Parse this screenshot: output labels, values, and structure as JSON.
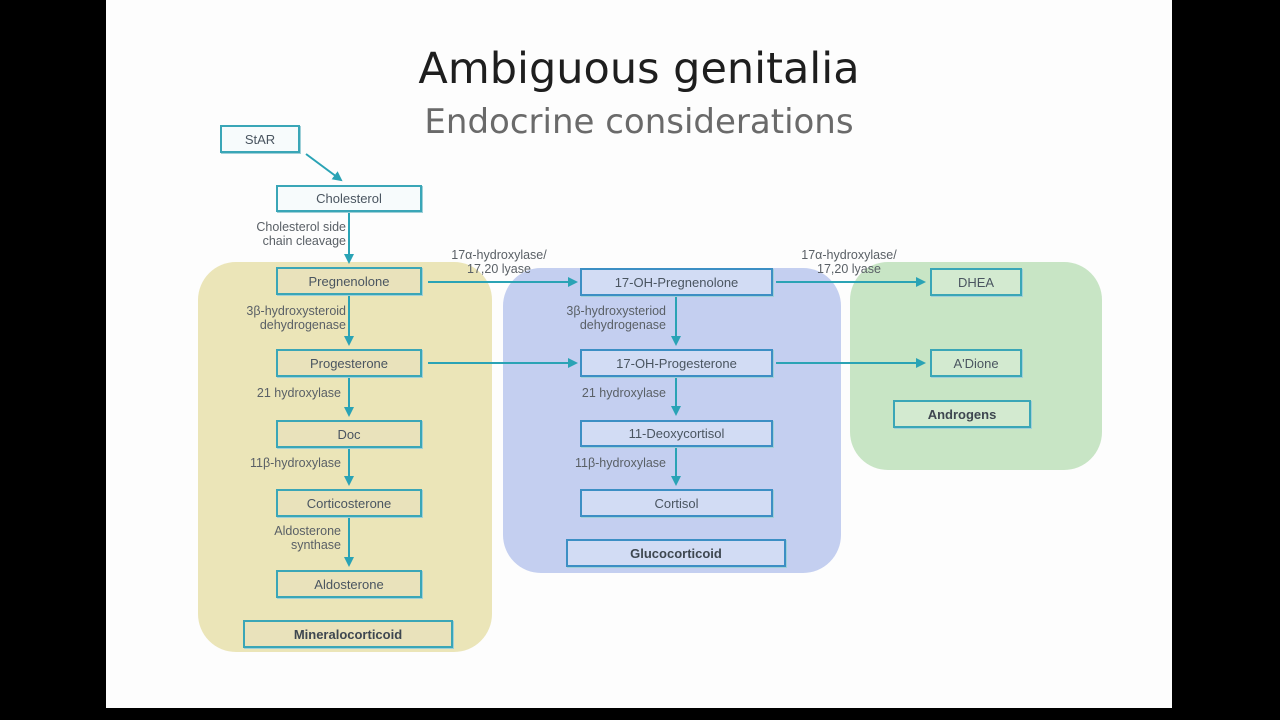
{
  "slide": {
    "title": "Ambiguous genitalia",
    "subtitle": "Endocrine considerations"
  },
  "colors": {
    "mineralocorticoid_panel": "#ebe5b8",
    "glucocorticoid_panel": "#c4cff0",
    "androgen_panel": "#c8e5c5",
    "box_border": "#3aa6b7",
    "arrow": "#2aa3b5"
  },
  "nodes": {
    "star": "StAR",
    "cholesterol": "Cholesterol",
    "pregnenolone": "Pregnenolone",
    "progesterone": "Progesterone",
    "doc": "Doc",
    "corticosterone": "Corticosterone",
    "aldosterone": "Aldosterone",
    "oh_pregnenolone": "17-OH-Pregnenolone",
    "oh_progesterone": "17-OH-Progesterone",
    "deoxycortisol": "11-Deoxycortisol",
    "cortisol": "Cortisol",
    "dhea": "DHEA",
    "adione": "A'Dione"
  },
  "groups": {
    "mineralocorticoid": "Mineralocorticoid",
    "glucocorticoid": "Glucocorticoid",
    "androgens": "Androgens"
  },
  "enzymes": {
    "scc_line1": "Cholesterol side",
    "scc_line2": "chain cleavage",
    "hsd_left_line1": "3β-hydroxysteroid",
    "hsd_left_line2": "dehydrogenase",
    "hyd21_left": "21 hydroxylase",
    "hyd11_left": "11β-hydroxylase",
    "aldo_line1": "Aldosterone",
    "aldo_line2": "synthase",
    "lyase1_line1": "17α-hydroxylase/",
    "lyase1_line2": "17,20 lyase",
    "hsd_mid_line1": "3β-hydroxysteriod",
    "hsd_mid_line2": "dehydrogenase",
    "hyd21_mid": "21 hydroxylase",
    "hyd11_mid": "11β-hydroxylase",
    "lyase2_line1": "17α-hydroxylase/",
    "lyase2_line2": "17,20 lyase"
  }
}
